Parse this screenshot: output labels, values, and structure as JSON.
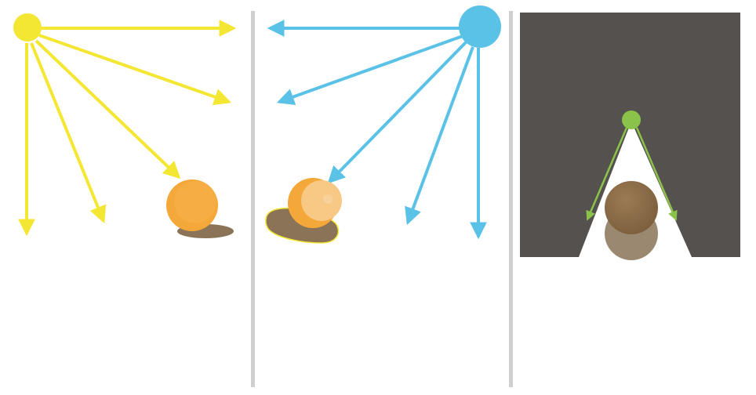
{
  "colors": {
    "background": "#ffffff",
    "divider": "#cfcfcf",
    "directional_light": "#f4e733",
    "point_light": "#5bc2e7",
    "spot_light": "#8bc34a",
    "spot_background": "#55514e",
    "sphere_orange": "#f4a83a",
    "sphere_highlight": "#f8c985",
    "shadow_brown": "#8a7356",
    "sphere_brown": "#8a6a45",
    "sphere_brown_shadow": "#9a8870"
  },
  "icons": [
    "directional-light-icon",
    "point-light-icon",
    "spot-light-icon",
    "sphere-icon",
    "shadow-icon"
  ],
  "panels": [
    {
      "name": "directional-light-panel",
      "labels": []
    },
    {
      "name": "point-light-panel",
      "labels": []
    },
    {
      "name": "spot-light-panel",
      "labels": []
    }
  ]
}
